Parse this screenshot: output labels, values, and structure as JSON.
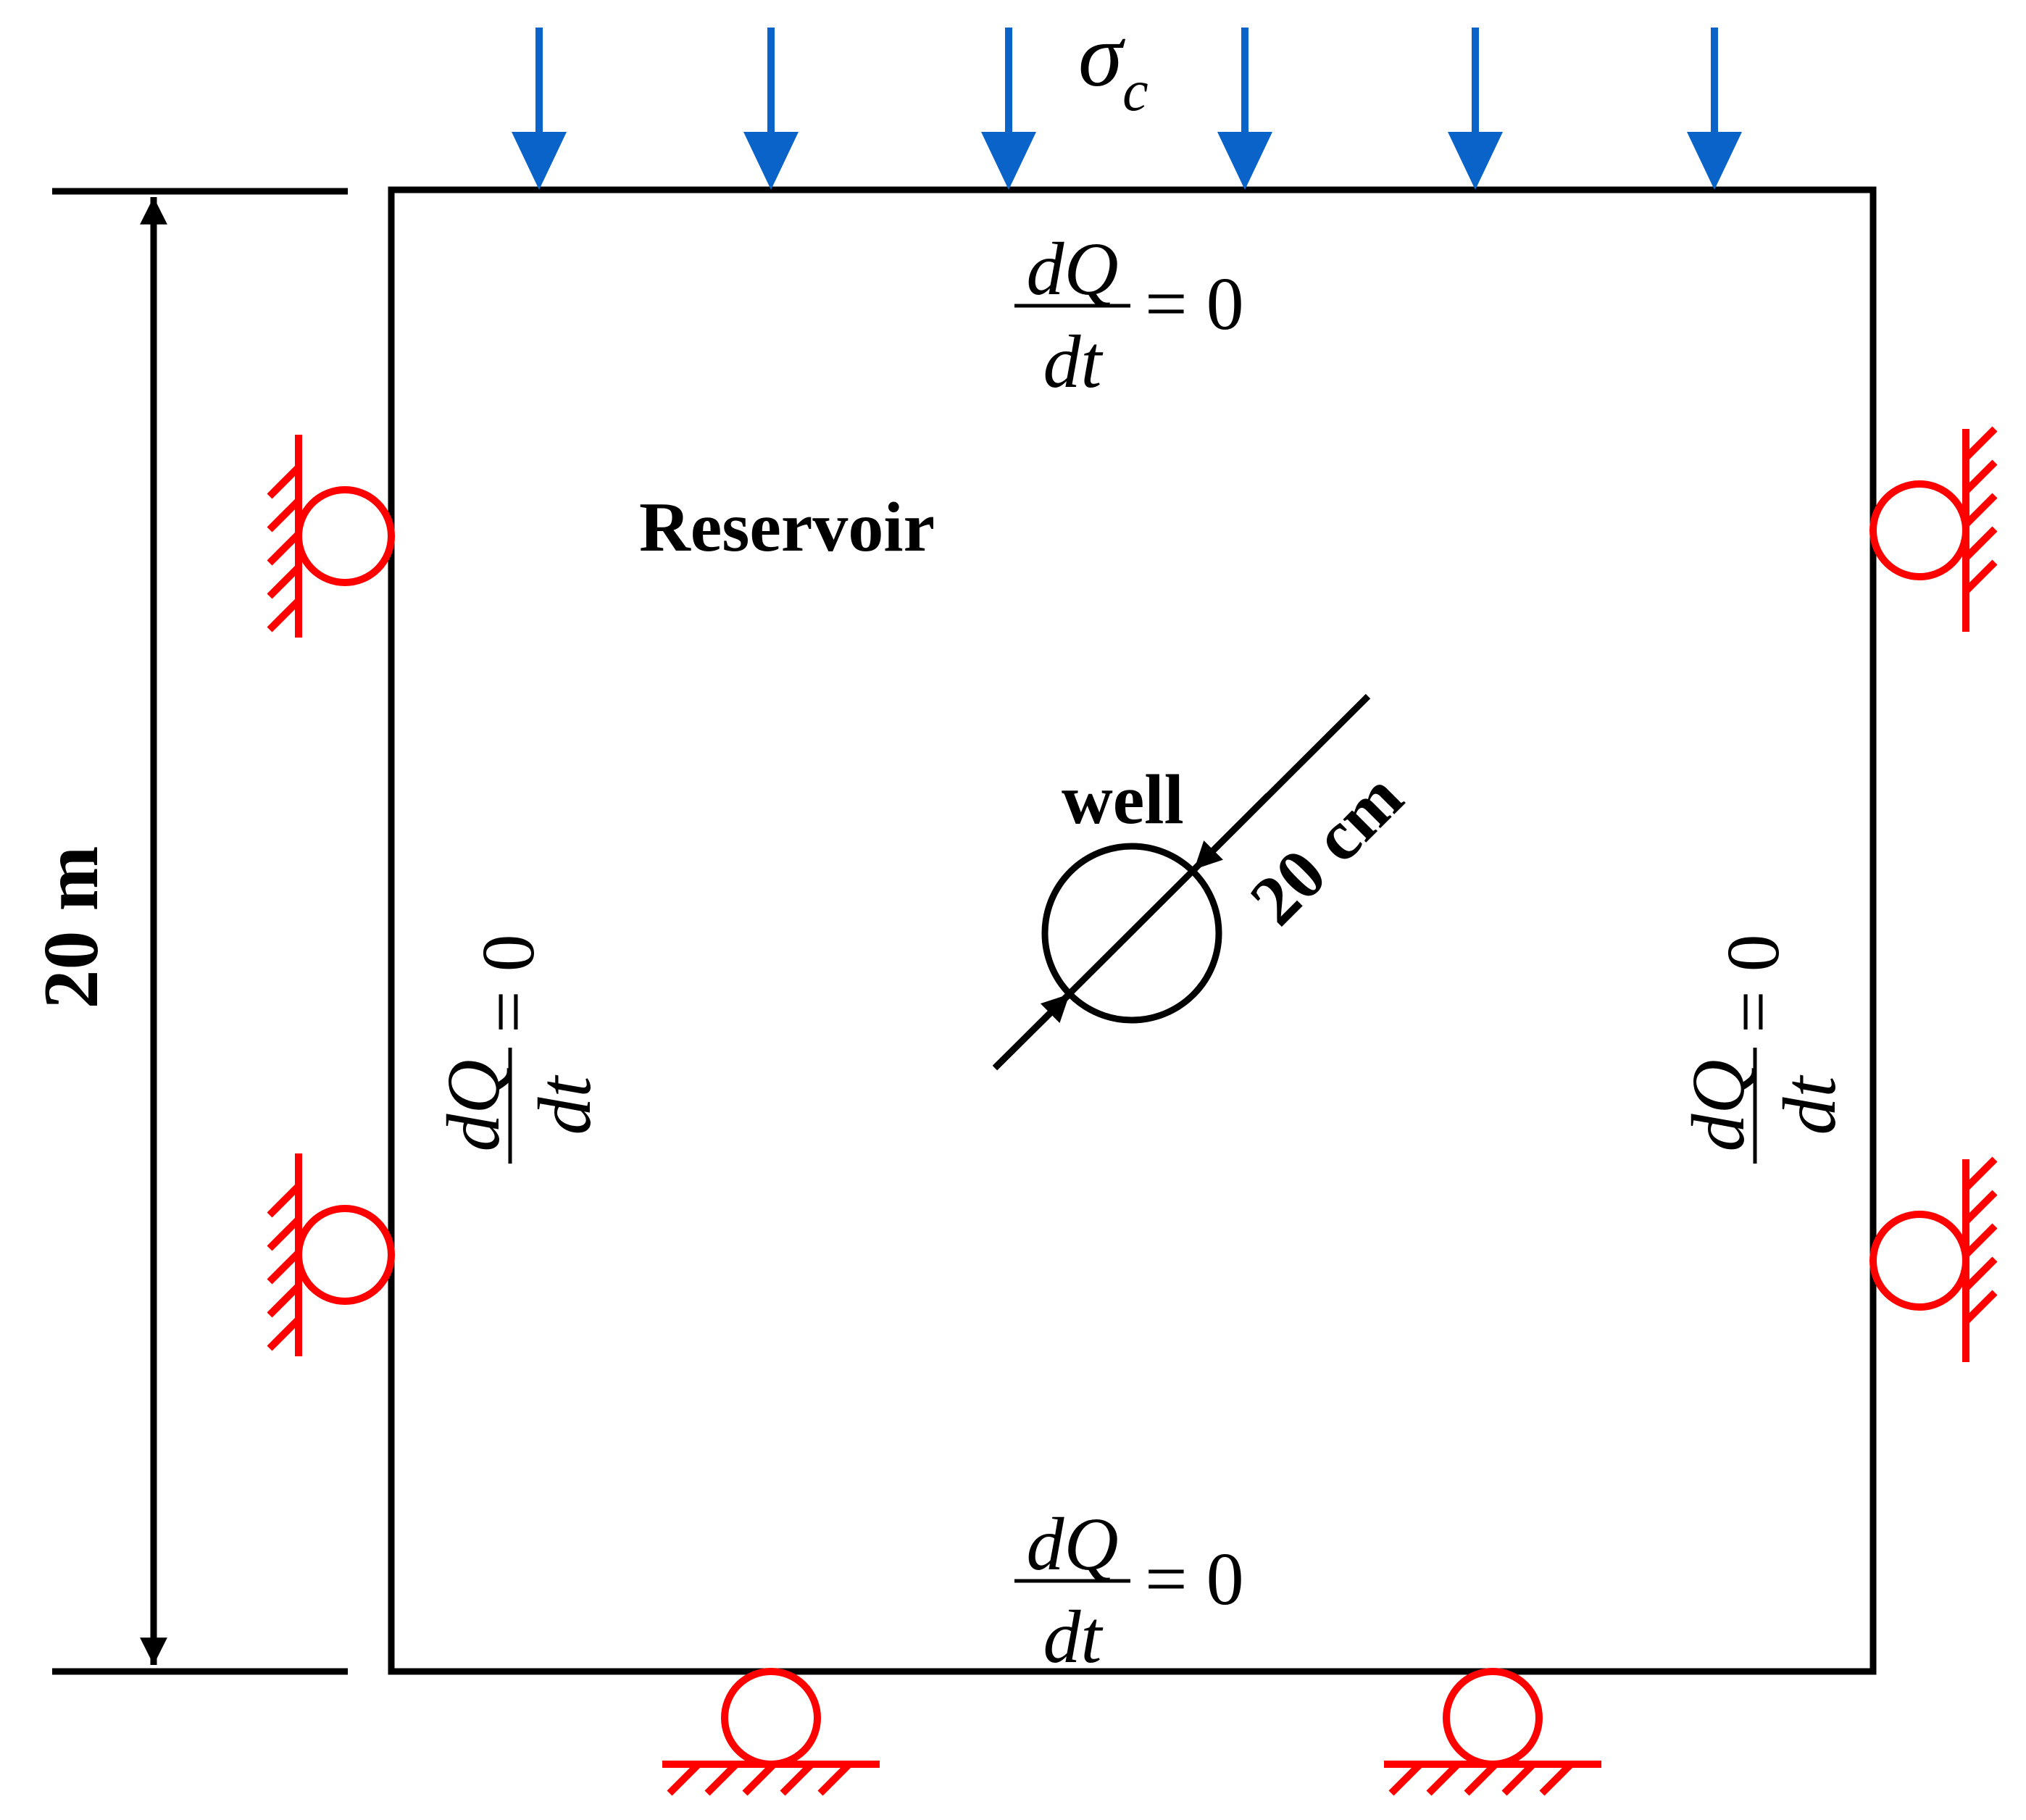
{
  "load": {
    "symbol": "σ",
    "subscript": "c",
    "arrow_count": 6
  },
  "labels": {
    "region": "Reservoir",
    "well": "well",
    "well_diameter": "20 cm",
    "height": "20 m"
  },
  "boundary_condition": {
    "numerator": "dQ",
    "denominator": "dt",
    "rhs": "= 0"
  },
  "supports": {
    "left_count": 2,
    "right_count": 2,
    "bottom_count": 2
  },
  "colors": {
    "load_arrow": "#0a63c9",
    "support": "#ff0000",
    "structure": "#000000"
  }
}
